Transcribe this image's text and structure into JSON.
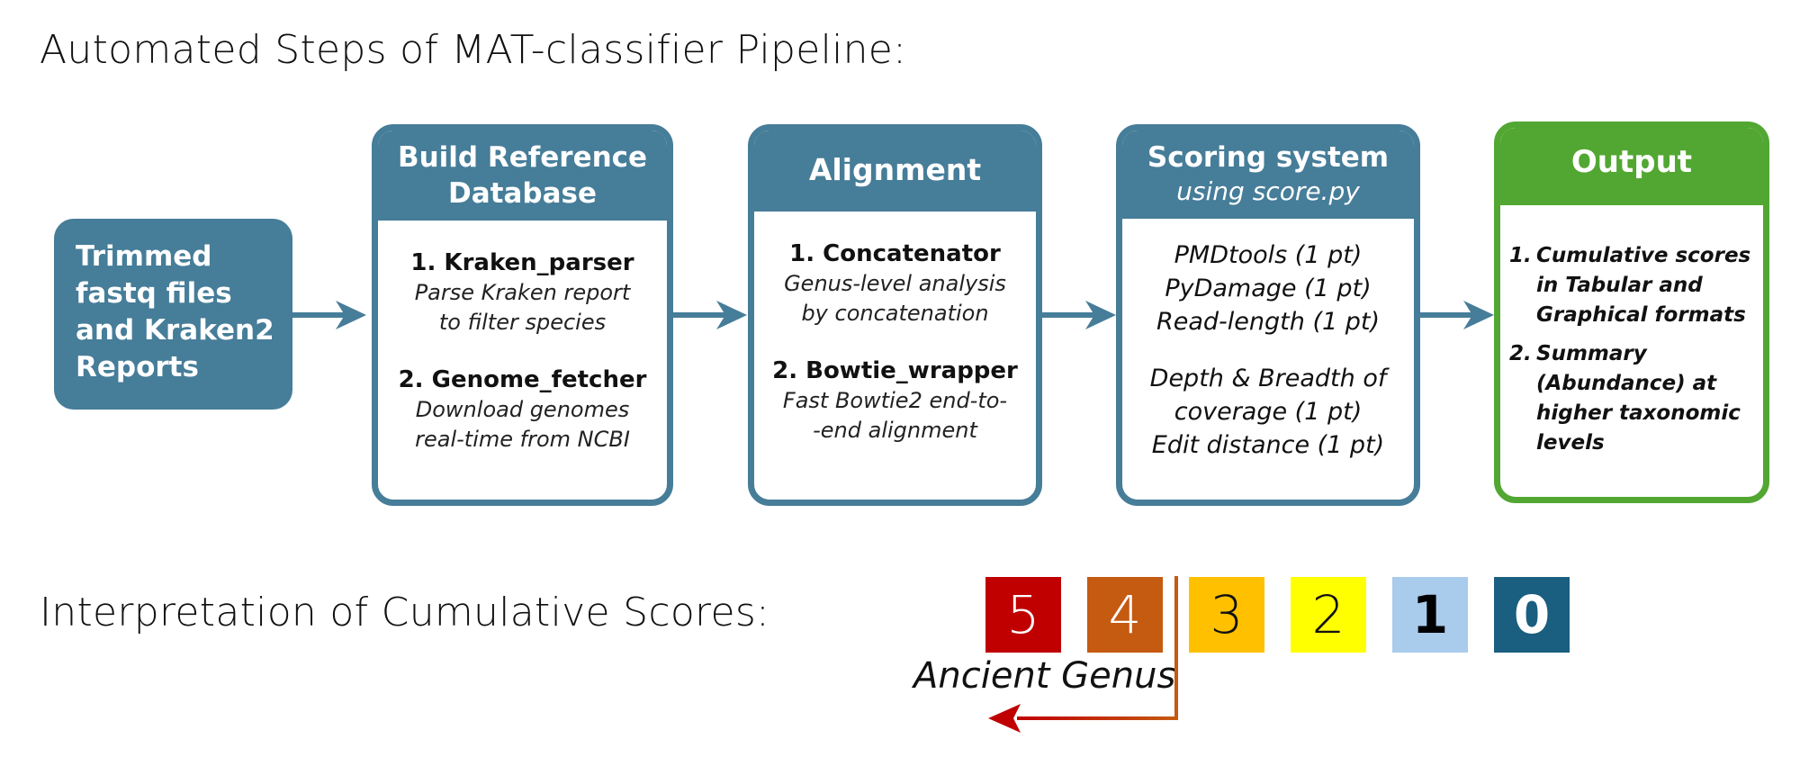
{
  "title": "Automated Steps of MAT-classifier  Pipeline:",
  "input": {
    "lines": [
      "Trimmed",
      "fastq files",
      "and Kraken2",
      "Reports"
    ]
  },
  "stages": {
    "build": {
      "title_lines": [
        "Build Reference",
        "Database"
      ],
      "steps": [
        {
          "name": "1. Kraken_parser",
          "desc": [
            "Parse Kraken report",
            "to filter species"
          ]
        },
        {
          "name": "2. Genome_fetcher",
          "desc": [
            "Download genomes",
            "real-time from NCBI"
          ]
        }
      ]
    },
    "alignment": {
      "title": "Alignment",
      "steps": [
        {
          "name": "1. Concatenator",
          "desc": [
            "Genus-level analysis",
            "by concatenation"
          ]
        },
        {
          "name": "2. Bowtie_wrapper",
          "desc": [
            "Fast Bowtie2 end-to-",
            "-end alignment"
          ]
        }
      ]
    },
    "scoring": {
      "title": "Scoring system",
      "subtitle": "using score.py",
      "metrics_group1": [
        "PMDtools (1 pt)",
        "PyDamage (1 pt)",
        "Read-length (1 pt)"
      ],
      "metrics_group2": [
        "Depth & Breadth of",
        "coverage (1 pt)",
        "Edit distance (1 pt)"
      ]
    },
    "output": {
      "title": "Output",
      "items": [
        {
          "num": "1.",
          "lines": [
            "Cumulative scores",
            "in Tabular and",
            "Graphical formats"
          ]
        },
        {
          "num": "2.",
          "lines": [
            "Summary",
            "(Abundance) at",
            "higher taxonomic",
            "levels"
          ]
        }
      ]
    }
  },
  "interpretation": {
    "title": "Interpretation of Cumulative Scores:",
    "scores": [
      {
        "value": "5",
        "bg": "#c00000",
        "fg": "#ffffff"
      },
      {
        "value": "4",
        "bg": "#c55a11",
        "fg": "#ffffff"
      },
      {
        "value": "3",
        "bg": "#ffc000",
        "fg": "#111111"
      },
      {
        "value": "2",
        "bg": "#ffff00",
        "fg": "#111111"
      },
      {
        "value": "1",
        "bg": "#a9cbec",
        "fg": "#000000"
      },
      {
        "value": "0",
        "bg": "#1a5e80",
        "fg": "#ffffff"
      }
    ],
    "ancient_label": "Ancient Genus"
  },
  "colors": {
    "stage_blue": "#467d99",
    "output_green": "#52a732",
    "ancient_arrow_start": "#c55a11",
    "ancient_arrow_end": "#c00000"
  }
}
